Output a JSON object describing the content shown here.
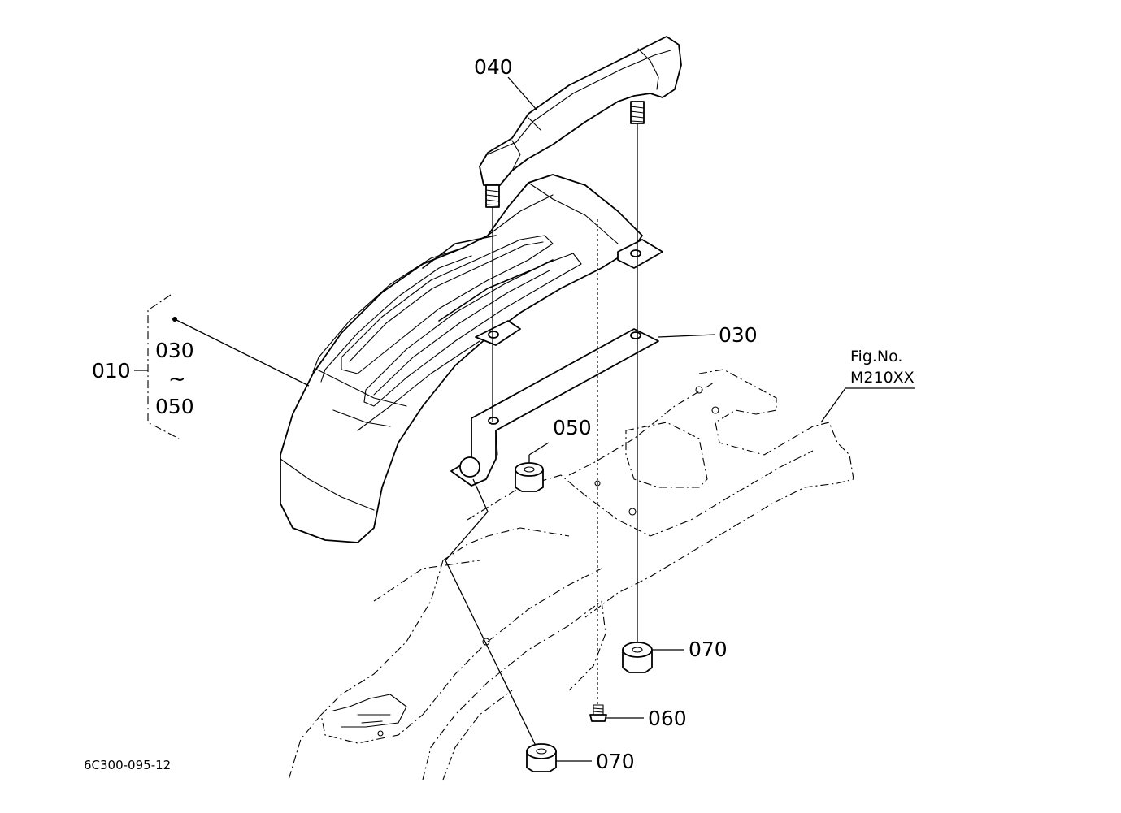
{
  "callouts": {
    "p040": "040",
    "p030": "030",
    "p050": "050",
    "p060": "060",
    "p070_right": "070",
    "p070_bottom": "070",
    "p010": "010",
    "group_from": "030",
    "group_sep": "~",
    "group_to": "050"
  },
  "figure_ref": {
    "line1": "Fig.No.",
    "line2": "M210XX"
  },
  "drawing_code": "6C300-095-12"
}
